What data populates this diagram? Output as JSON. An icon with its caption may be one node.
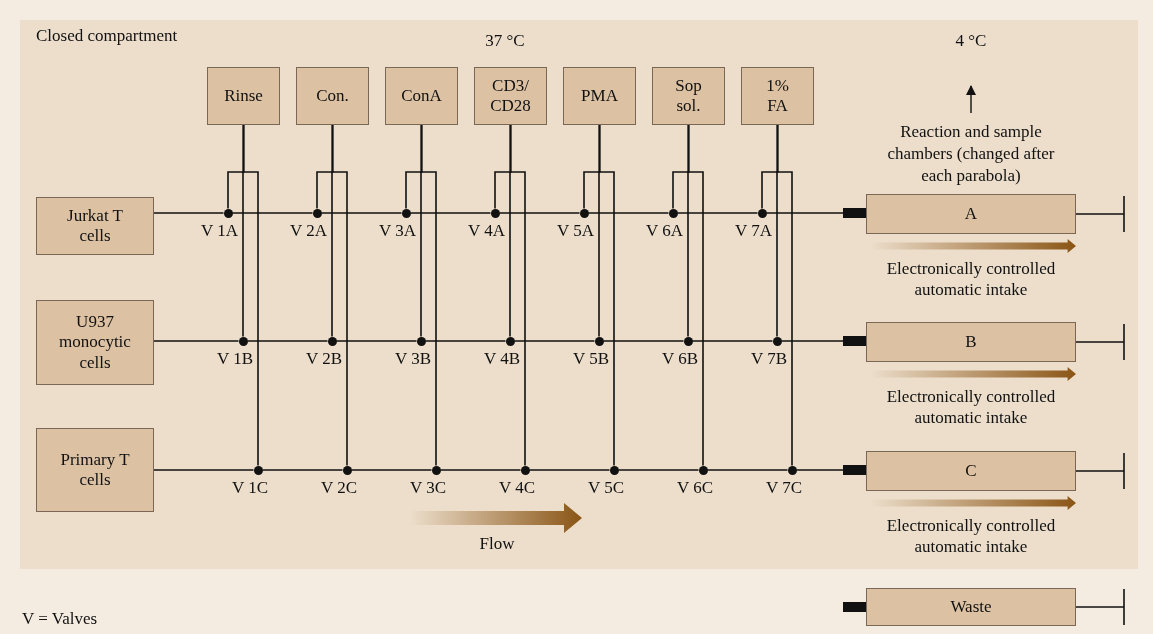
{
  "diagram": {
    "nodes": [
      {
        "text": [
          "Closed compartment"
        ]
      },
      {
        "text": [
          "Rinse"
        ],
        "in": 0
      },
      {
        "text": [
          "Con."
        ],
        "in": 0
      },
      {
        "text": [
          "ConA"
        ],
        "in": 0
      },
      {
        "text": [
          "CD3/ CD28"
        ],
        "in": 0
      },
      {
        "text": [
          "PMA"
        ],
        "in": 0
      },
      {
        "text": [
          "Sop sol."
        ],
        "in": 0
      },
      {
        "text": [
          "1% FA"
        ],
        "in": 0
      },
      {
        "text": [
          "Jurkat T cells"
        ],
        "in": 0
      },
      {
        "text": [],
        "shape": "circle",
        "beside": [
          "V 1A"
        ],
        "in": 0
      },
      {
        "text": [],
        "shape": "circle",
        "beside": [
          "V 2A"
        ],
        "in": 0
      },
      {
        "text": [],
        "shape": "circle",
        "beside": [
          "V 3A"
        ],
        "in": 0
      },
      {
        "text": [],
        "shape": "circle",
        "beside": [
          "V 4A"
        ],
        "in": 0
      },
      {
        "text": [],
        "shape": "circle",
        "beside": [
          "V 5A"
        ],
        "in": 0
      },
      {
        "text": [],
        "shape": "circle",
        "beside": [
          "V 6A"
        ],
        "in": 0
      },
      {
        "text": [],
        "shape": "circle",
        "beside": [
          "V 7A"
        ],
        "in": 0
      },
      {
        "text": [
          "A"
        ],
        "beside": [
          "Electronically controlled automatic intake"
        ],
        "in": 0
      },
      {
        "text": [
          "U937 monocytic cells"
        ],
        "in": 0
      },
      {
        "text": [],
        "shape": "circle",
        "beside": [
          "V 1B"
        ],
        "in": 0
      },
      {
        "text": [],
        "shape": "circle",
        "beside": [
          "V 2B"
        ],
        "in": 0
      },
      {
        "text": [],
        "shape": "circle",
        "beside": [
          "V 3B"
        ],
        "in": 0
      },
      {
        "text": [],
        "shape": "circle",
        "beside": [
          "V 4B"
        ],
        "in": 0
      },
      {
        "text": [],
        "shape": "circle",
        "beside": [
          "V 5B"
        ],
        "in": 0
      },
      {
        "text": [],
        "shape": "circle",
        "beside": [
          "V 6B"
        ],
        "in": 0
      },
      {
        "text": [],
        "shape": "circle",
        "beside": [
          "V 7B"
        ],
        "in": 0
      },
      {
        "text": [
          "B"
        ],
        "beside": [
          "Electronically controlled automatic intake"
        ],
        "in": 0
      },
      {
        "text": [
          "Primary T cells"
        ],
        "in": 0
      },
      {
        "text": [],
        "shape": "circle",
        "beside": [
          "V 1C"
        ],
        "in": 0
      },
      {
        "text": [],
        "shape": "circle",
        "beside": [
          "V 2C"
        ],
        "in": 0
      },
      {
        "text": [],
        "shape": "circle",
        "beside": [
          "V 3C"
        ],
        "in": 0
      },
      {
        "text": [],
        "shape": "circle",
        "beside": [
          "V 4C"
        ],
        "in": 0
      },
      {
        "text": [],
        "shape": "circle",
        "beside": [
          "V 5C"
        ],
        "in": 0
      },
      {
        "text": [],
        "shape": "circle",
        "beside": [
          "V 6C"
        ],
        "in": 0
      },
      {
        "text": [],
        "shape": "circle",
        "beside": [
          "V 7C"
        ],
        "in": 0
      },
      {
        "text": [
          "C"
        ],
        "beside": [
          "Electronically controlled automatic intake"
        ],
        "in": 0
      },
      {
        "text": [
          "Waste"
        ]
      }
    ],
    "edges": [
      {
        "from": 8,
        "to": 9,
        "arrow": "none"
      },
      {
        "from": 9,
        "to": 10,
        "arrow": "none"
      },
      {
        "from": 10,
        "to": 11,
        "arrow": "none"
      },
      {
        "from": 11,
        "to": 12,
        "arrow": "none"
      },
      {
        "from": 12,
        "to": 13,
        "arrow": "none"
      },
      {
        "from": 13,
        "to": 14,
        "arrow": "none"
      },
      {
        "from": 14,
        "to": 15,
        "arrow": "none"
      },
      {
        "from": 15,
        "to": 16,
        "arrow": "other"
      },
      {
        "from": 16,
        "to": null,
        "arrow": "other"
      },
      {
        "from": 17,
        "to": 18,
        "arrow": "none"
      },
      {
        "from": 18,
        "to": 19,
        "arrow": "none"
      },
      {
        "from": 19,
        "to": 20,
        "arrow": "none"
      },
      {
        "from": 20,
        "to": 21,
        "arrow": "none"
      },
      {
        "from": 21,
        "to": 22,
        "arrow": "none"
      },
      {
        "from": 22,
        "to": 23,
        "arrow": "none"
      },
      {
        "from": 23,
        "to": 24,
        "arrow": "none"
      },
      {
        "from": 24,
        "to": 25,
        "arrow": "other"
      },
      {
        "from": 25,
        "to": null,
        "arrow": "other"
      },
      {
        "from": 26,
        "to": 27,
        "arrow": "none"
      },
      {
        "from": 27,
        "to": 28,
        "arrow": "none"
      },
      {
        "from": 28,
        "to": 29,
        "arrow": "none"
      },
      {
        "from": 29,
        "to": 30,
        "arrow": "none"
      },
      {
        "from": 30,
        "to": 31,
        "arrow": "none"
      },
      {
        "from": 31,
        "to": 32,
        "arrow": "none"
      },
      {
        "from": 32,
        "to": 33,
        "arrow": "none"
      },
      {
        "from": 33,
        "to": 34,
        "arrow": "other"
      },
      {
        "from": 34,
        "to": null,
        "arrow": "other"
      },
      {
        "from": 1,
        "to": 9,
        "arrow": "none"
      },
      {
        "from": 1,
        "to": 18,
        "arrow": "none"
      },
      {
        "from": 1,
        "to": 27,
        "arrow": "none"
      },
      {
        "from": 2,
        "to": 10,
        "arrow": "none"
      },
      {
        "from": 2,
        "to": 19,
        "arrow": "none"
      },
      {
        "from": 2,
        "to": 28,
        "arrow": "none"
      },
      {
        "from": 3,
        "to": 11,
        "arrow": "none"
      },
      {
        "from": 3,
        "to": 20,
        "arrow": "none"
      },
      {
        "from": 3,
        "to": 29,
        "arrow": "none"
      },
      {
        "from": 4,
        "to": 12,
        "arrow": "none"
      },
      {
        "from": 4,
        "to": 21,
        "arrow": "none"
      },
      {
        "from": 4,
        "to": 30,
        "arrow": "none"
      },
      {
        "from": 5,
        "to": 13,
        "arrow": "none"
      },
      {
        "from": 5,
        "to": 22,
        "arrow": "none"
      },
      {
        "from": 5,
        "to": 31,
        "arrow": "none"
      },
      {
        "from": 6,
        "to": 14,
        "arrow": "none"
      },
      {
        "from": 6,
        "to": 23,
        "arrow": "none"
      },
      {
        "from": 6,
        "to": 32,
        "arrow": "none"
      },
      {
        "from": 7,
        "to": 15,
        "arrow": "none"
      },
      {
        "from": 7,
        "to": 24,
        "arrow": "none"
      },
      {
        "from": 7,
        "to": 33,
        "arrow": "none"
      },
      {
        "from": 35,
        "to": null,
        "arrow": "other"
      }
    ],
    "labels": [
      "37 °C",
      "4 °C",
      "Reaction and sample chambers (changed after each parabola)",
      "Flow",
      "V = Valves"
    ]
  }
}
